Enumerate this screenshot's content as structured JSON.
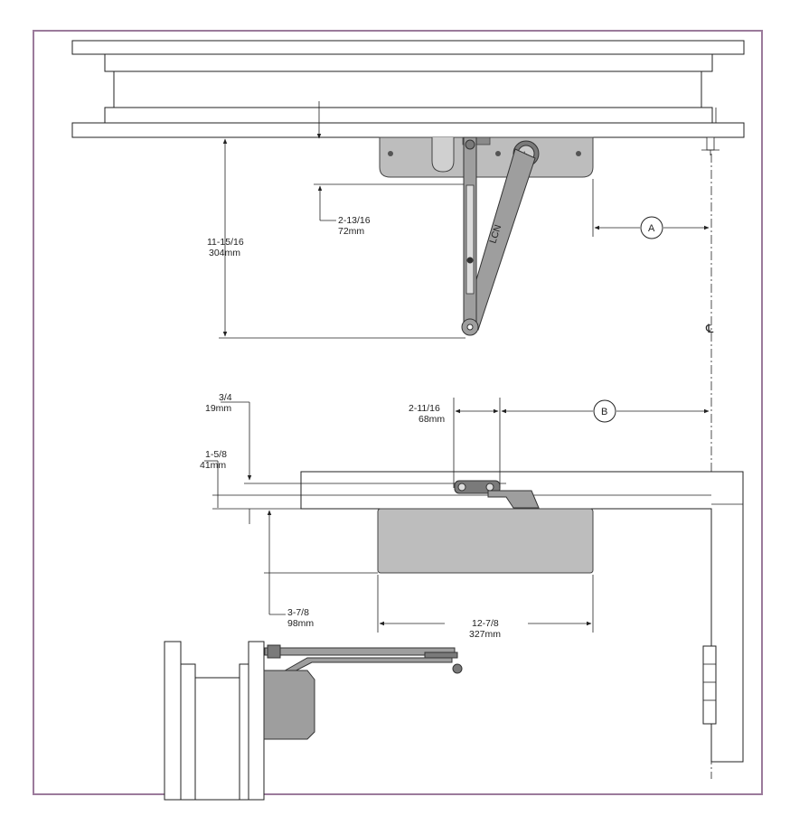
{
  "colors": {
    "frame_border": "#9b7a9b",
    "closer_body": "#bdbdbd",
    "arm": "#9e9e9e",
    "line": "#222222"
  },
  "top_view": {
    "dim_overall_in": "11-15/16",
    "dim_overall_mm": "304mm",
    "dim_arm_in": "2-13/16",
    "dim_arm_mm": "72mm",
    "callout_a": "A",
    "centerline_symbol": "℄",
    "arm_brand": "LCN"
  },
  "side_view": {
    "dim_top_in": "3/4",
    "dim_top_mm": "19mm",
    "dim_shoe_in": "1-5/8",
    "dim_shoe_mm": "41mm",
    "dim_shoe_width_in": "2-11/16",
    "dim_shoe_width_mm": "68mm",
    "callout_b": "B",
    "dim_body_height_in": "3-7/8",
    "dim_body_height_mm": "98mm",
    "dim_body_length_in": "12-7/8",
    "dim_body_length_mm": "327mm"
  }
}
